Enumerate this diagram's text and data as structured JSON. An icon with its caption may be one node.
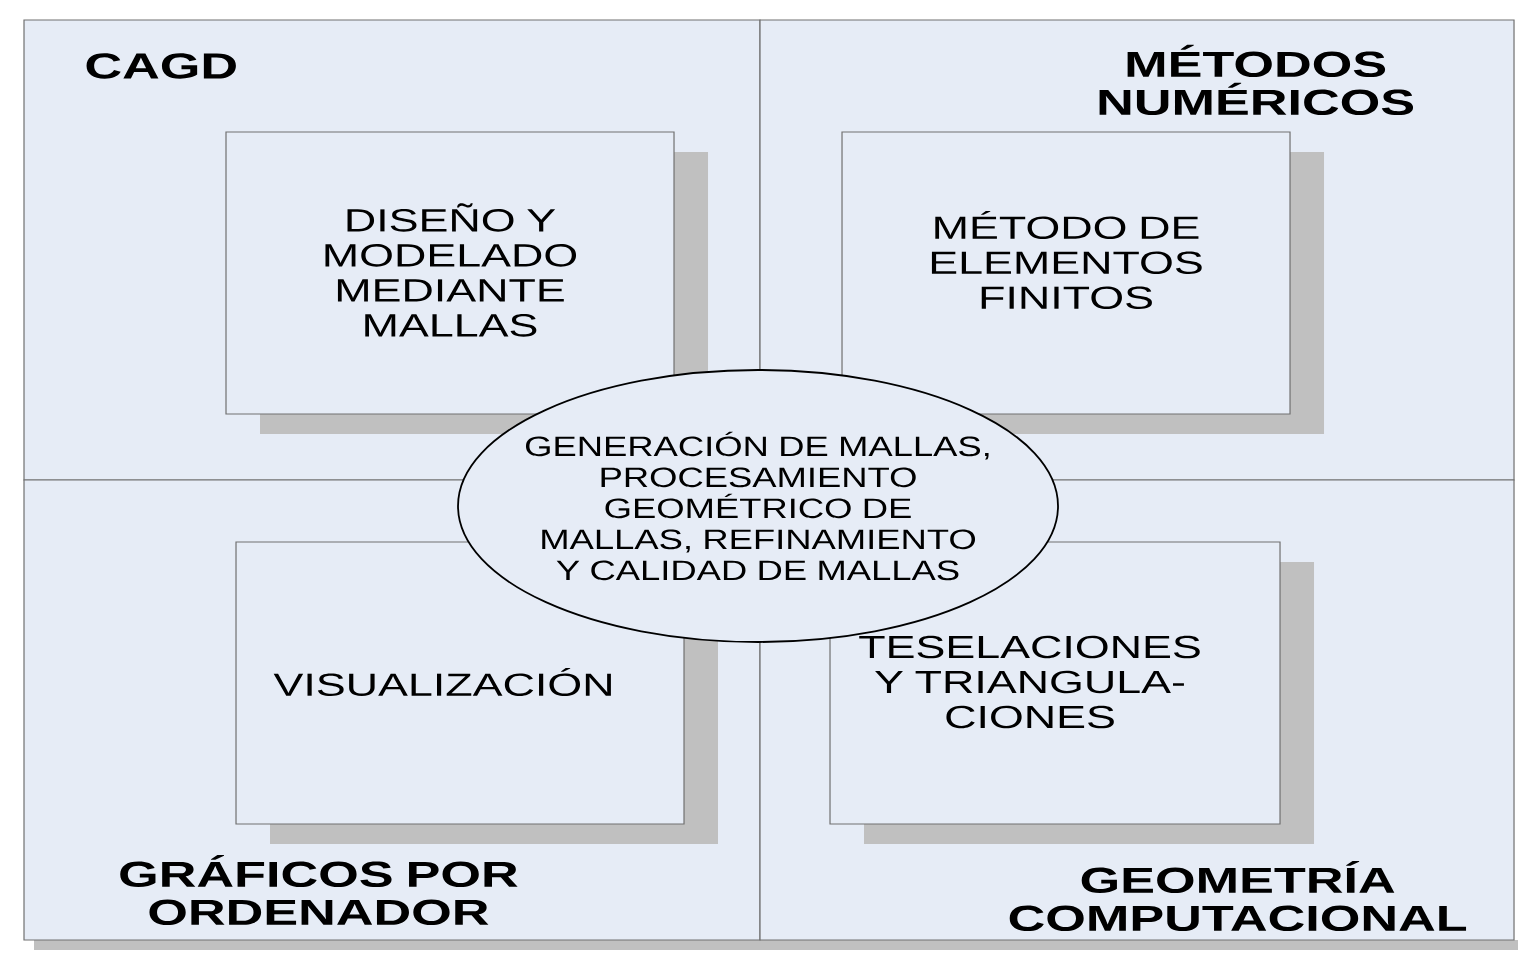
{
  "diagram": {
    "nodes": [
      {
        "text": [
          "CAGD"
        ]
      },
      {
        "text": [
          "DISEÑO Y MODELADO MEDIANTE MALLAS"
        ],
        "in": 0
      },
      {
        "text": [
          "MÉTODOS NUMÉRICOS"
        ]
      },
      {
        "text": [
          "MÉTODO DE ELEMENTOS FINITOS"
        ],
        "in": 2
      },
      {
        "text": [
          "GRÁFICOS POR ORDENADOR"
        ]
      },
      {
        "text": [
          "VISUALIZACIÓN"
        ],
        "in": 4
      },
      {
        "text": [
          "GEOMETRÍA COMPUTACIONAL"
        ]
      },
      {
        "text": [
          "TESELACIONES Y TRIANGULA- CIONES"
        ],
        "in": 6
      },
      {
        "text": [
          "GENERACIÓN DE MALLAS, PROCESAMIENTO GEOMÉTRICO DE MALLAS, REFINAMIENTO Y CALIDAD DE MALLAS"
        ]
      }
    ]
  }
}
